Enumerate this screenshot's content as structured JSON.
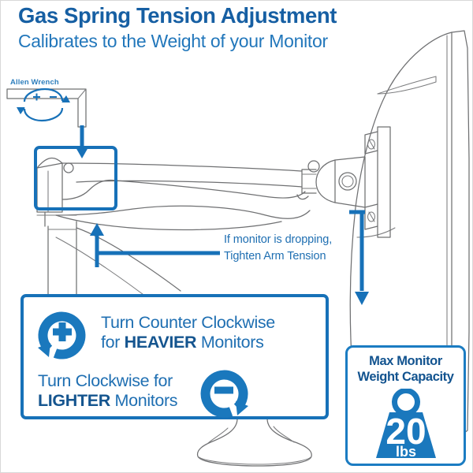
{
  "header": {
    "title": "Gas Spring Tension Adjustment",
    "subtitle": "Calibrates to the Weight of your Monitor"
  },
  "colors": {
    "title_blue": "#165fa3",
    "subtitle_blue": "#2277bb",
    "accent_blue": "#1771b8",
    "icon_blue": "#1a78bd",
    "dark_navy": "#12538f",
    "line_art_gray": "#6f7072"
  },
  "annotations": {
    "wrench_label": "Allen Wrench",
    "wrench_icon": "allen-wrench-icon",
    "rotation_icon": "rotate-plus-minus-icon",
    "rotation_plus": "+",
    "rotation_minus": "-",
    "drop_note_line1": "If monitor is dropping,",
    "drop_note_line2": "Tighten Arm Tension",
    "pointer_up_icon": "arrow-up-icon",
    "pointer_down_icon": "arrow-down-icon",
    "highlight_box": "adjustment-point-highlight"
  },
  "callout": {
    "rows": [
      {
        "icon": "rotate-counter-clockwise-plus-icon",
        "sign": "+",
        "line1": "Turn Counter Clockwise",
        "line2_prefix": "for ",
        "line2_emphasis": "HEAVIER",
        "line2_suffix": " Monitors"
      },
      {
        "icon": "rotate-clockwise-minus-icon",
        "sign": "-",
        "line1": "Turn Clockwise for",
        "line2_prefix": "",
        "line2_emphasis": "LIGHTER",
        "line2_suffix": " Monitors"
      }
    ]
  },
  "weight_badge": {
    "title_line1": "Max Monitor",
    "title_line2": "Weight Capacity",
    "icon": "weight-plate-icon",
    "value": "20",
    "unit": "lbs"
  },
  "illustration": {
    "monitor": "monitor-line-art",
    "monitor_arm": "gas-spring-monitor-arm-line-art",
    "vesa_mount": "vesa-mount-line-art",
    "monitor_base": "monitor-base-line-art"
  }
}
